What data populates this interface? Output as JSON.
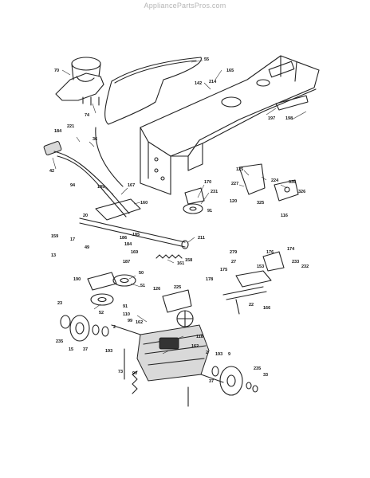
{
  "header": {
    "watermark": "AppliancePartsPros.com"
  },
  "callouts": [
    {
      "id": "c70",
      "label": "70"
    },
    {
      "id": "c55",
      "label": "55"
    },
    {
      "id": "c165a",
      "label": "165"
    },
    {
      "id": "c214",
      "label": "214"
    },
    {
      "id": "c142",
      "label": "142"
    },
    {
      "id": "c74",
      "label": "74"
    },
    {
      "id": "c197",
      "label": "197"
    },
    {
      "id": "c198",
      "label": "198"
    },
    {
      "id": "c221",
      "label": "221"
    },
    {
      "id": "c184",
      "label": "184"
    },
    {
      "id": "c36",
      "label": "36"
    },
    {
      "id": "c42",
      "label": "42"
    },
    {
      "id": "c125",
      "label": "125"
    },
    {
      "id": "c224",
      "label": "224"
    },
    {
      "id": "c227",
      "label": "227"
    },
    {
      "id": "c336",
      "label": "336"
    },
    {
      "id": "c170",
      "label": "170"
    },
    {
      "id": "c231",
      "label": "231"
    },
    {
      "id": "c326",
      "label": "326"
    },
    {
      "id": "c120",
      "label": "120"
    },
    {
      "id": "c116",
      "label": "116"
    },
    {
      "id": "c91a",
      "label": "91"
    },
    {
      "id": "c325",
      "label": "325"
    },
    {
      "id": "c94",
      "label": "94"
    },
    {
      "id": "c189",
      "label": "189"
    },
    {
      "id": "c167",
      "label": "167"
    },
    {
      "id": "c160",
      "label": "160"
    },
    {
      "id": "c20",
      "label": "20"
    },
    {
      "id": "c159",
      "label": "159"
    },
    {
      "id": "c17",
      "label": "17"
    },
    {
      "id": "c49",
      "label": "49"
    },
    {
      "id": "c186",
      "label": "186"
    },
    {
      "id": "c185",
      "label": "185"
    },
    {
      "id": "c184b",
      "label": "184"
    },
    {
      "id": "c211",
      "label": "211"
    },
    {
      "id": "c13",
      "label": "13"
    },
    {
      "id": "c187",
      "label": "187"
    },
    {
      "id": "c169",
      "label": "169"
    },
    {
      "id": "c161",
      "label": "161"
    },
    {
      "id": "c158",
      "label": "158"
    },
    {
      "id": "c279",
      "label": "279"
    },
    {
      "id": "c176",
      "label": "176"
    },
    {
      "id": "c174",
      "label": "174"
    },
    {
      "id": "c233",
      "label": "233"
    },
    {
      "id": "c232",
      "label": "232"
    },
    {
      "id": "c27",
      "label": "27"
    },
    {
      "id": "c153",
      "label": "153"
    },
    {
      "id": "c175",
      "label": "175"
    },
    {
      "id": "c178",
      "label": "178"
    },
    {
      "id": "c22",
      "label": "22"
    },
    {
      "id": "c166",
      "label": "166"
    },
    {
      "id": "c50",
      "label": "50"
    },
    {
      "id": "c190",
      "label": "190"
    },
    {
      "id": "c51",
      "label": "51"
    },
    {
      "id": "c52",
      "label": "52"
    },
    {
      "id": "c126",
      "label": "126"
    },
    {
      "id": "c225",
      "label": "225"
    },
    {
      "id": "c23",
      "label": "23"
    },
    {
      "id": "c91b",
      "label": "91"
    },
    {
      "id": "c2a",
      "label": "2"
    },
    {
      "id": "c235a",
      "label": "235"
    },
    {
      "id": "c15",
      "label": "15"
    },
    {
      "id": "c37a",
      "label": "37"
    },
    {
      "id": "c110",
      "label": "110"
    },
    {
      "id": "c99",
      "label": "99"
    },
    {
      "id": "c162a",
      "label": "162"
    },
    {
      "id": "c193a",
      "label": "193"
    },
    {
      "id": "c118",
      "label": "118"
    },
    {
      "id": "c162b",
      "label": "162"
    },
    {
      "id": "c73",
      "label": "73"
    },
    {
      "id": "c193b",
      "label": "193"
    },
    {
      "id": "c2b",
      "label": "2"
    },
    {
      "id": "c9",
      "label": "9"
    },
    {
      "id": "c90",
      "label": "90"
    },
    {
      "id": "c37b",
      "label": "37"
    },
    {
      "id": "c235b",
      "label": "235"
    },
    {
      "id": "c33",
      "label": "33"
    }
  ]
}
